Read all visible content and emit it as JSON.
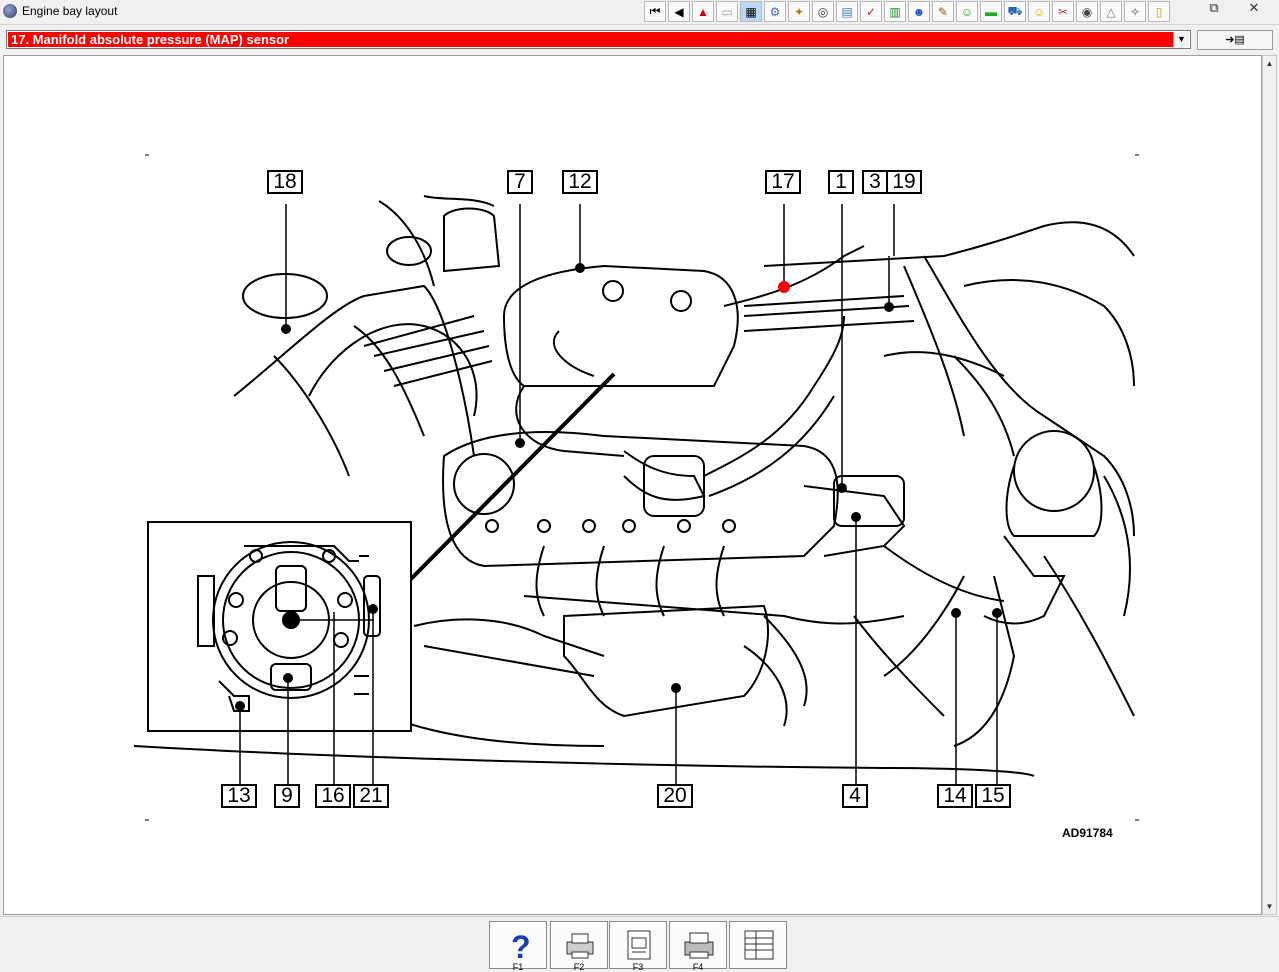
{
  "window": {
    "title": "Engine bay layout"
  },
  "toolbar": {
    "icons": [
      "first-page-icon",
      "previous-icon",
      "warning-icon",
      "blank-page-icon",
      "picture-icon",
      "engine-icon",
      "tools-icon",
      "gauge-icon",
      "manual-icon",
      "tick-icon",
      "green-book-icon",
      "people-icon",
      "wrench-icon",
      "frog-icon",
      "battery-icon",
      "car-icon",
      "smiley-icon",
      "tools2-icon",
      "wheel-icon",
      "triangle-icon",
      "spanner-icon",
      "note-icon"
    ]
  },
  "window_controls": {
    "restore": "⧉",
    "close": "✕"
  },
  "component_selector": {
    "value": "17. Manifold absolute pressure (MAP) sensor",
    "exit_icon": "exit-icon"
  },
  "diagram": {
    "reference_code": "AD91784",
    "labels": [
      "18",
      "7",
      "12",
      "17",
      "1",
      "3",
      "19",
      "13",
      "9",
      "16",
      "21",
      "20",
      "4",
      "14",
      "15"
    ],
    "highlight_color": "#ff0000"
  },
  "function_keys": [
    {
      "icon": "help-icon",
      "label": "F1"
    },
    {
      "icon": "print-setup-icon",
      "label": "F2"
    },
    {
      "icon": "page-icon",
      "label": "F3"
    },
    {
      "icon": "printer-icon",
      "label": "F4"
    },
    {
      "icon": "list-icon",
      "label": ""
    }
  ]
}
